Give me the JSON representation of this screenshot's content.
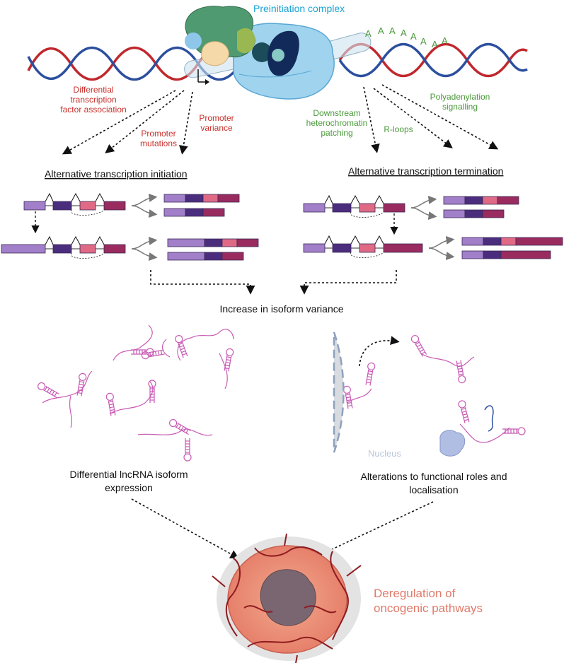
{
  "title": "Preinitiation complex",
  "polya_letters": [
    "A",
    "A",
    "A",
    "A",
    "A",
    "A",
    "A",
    "A"
  ],
  "left_labels": {
    "tf": [
      "Differential",
      "transcription",
      "factor association"
    ],
    "mutations": [
      "Promoter",
      "mutations"
    ],
    "variance": [
      "Promoter",
      "variance"
    ]
  },
  "right_labels": {
    "patching": [
      "Downstream",
      "heterochromatin",
      "patching"
    ],
    "rloops": "R-loops",
    "polya": [
      "Polyadenylation",
      "signalling"
    ]
  },
  "headings": {
    "initiation": "Alternative transcription initiation",
    "termination": "Alternative transcription termination"
  },
  "increase": "Increase in isoform variance",
  "nucleus": "Nucleus",
  "outcome_left": [
    "Differential lncRNA isoform",
    "expression"
  ],
  "outcome_right": [
    "Alterations to functional roles and",
    "localisation"
  ],
  "final": [
    "Deregulation of",
    "oncogenic pathways"
  ],
  "colors": {
    "dna_red": "#c0282d",
    "dna_blue": "#2c4f9e",
    "exon_light": "#a17fc9",
    "exon_dark": "#4b2d7e",
    "exon_pink": "#e06a86",
    "exon_maroon": "#9a2b5e",
    "rna_pink": "#c85ab5",
    "label_red": "#c8302c",
    "label_green": "#4a9a3a",
    "title_cyan": "#1aa3d4",
    "final_salmon": "#e07a6a"
  }
}
